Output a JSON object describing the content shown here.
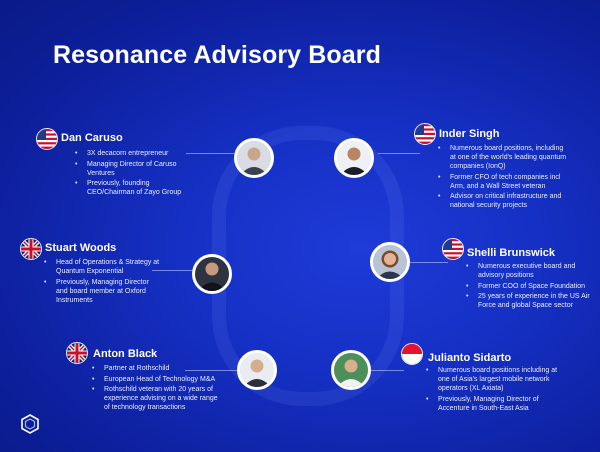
{
  "slide": {
    "title": "Resonance Advisory Board"
  },
  "members": [
    {
      "name": "Dan Caruso",
      "flag": "us-flag",
      "bullets": [
        "3X decacorn entrepreneur",
        "Managing Director of Caruso Ventures",
        "Previously, founding CEO/Chairman of Zayo Group"
      ]
    },
    {
      "name": "Stuart Woods",
      "flag": "uk-flag",
      "bullets": [
        "Head of Operations & Strategy at Quantum Exponential",
        "Previously, Managing Director and board member at Oxford Instruments"
      ]
    },
    {
      "name": "Anton Black",
      "flag": "uk-flag",
      "bullets": [
        "Partner at Rothschild",
        "European Head of Technology M&A",
        "Rothschild veteran with 20 years of experience advising on a wide range of technology transactions"
      ]
    },
    {
      "name": "Inder Singh",
      "flag": "us-flag",
      "bullets": [
        "Numerous board positions, including at one of the world's leading quantum companies (IonQ)",
        "Former CFO of tech companies incl Arm, and a Wall Street veteran",
        "Advisor on critical infrastructure and national security projects"
      ]
    },
    {
      "name": "Shelli Brunswick",
      "flag": "us-flag",
      "bullets": [
        "Numerous executive board and advisory positions",
        "Former COO of Space Foundation",
        "25 years of experience in the US Air Force and global Space sector"
      ]
    },
    {
      "name": "Julianto Sidarto",
      "flag": "indonesia-flag",
      "bullets": [
        "Numerous board positions including at one of Asia's largest mobile network operators (XL Axiata)",
        "Previously, Managing Director of Accenture in South-East Asia"
      ]
    }
  ],
  "colors": {
    "background": "#1530c4",
    "background_dark": "#0a1a86",
    "text": "#ffffff",
    "flag_us_red": "#c8102e",
    "flag_us_blue": "#1f3b8c",
    "flag_uk_blue": "#012169",
    "flag_id_red": "#e8112d"
  }
}
